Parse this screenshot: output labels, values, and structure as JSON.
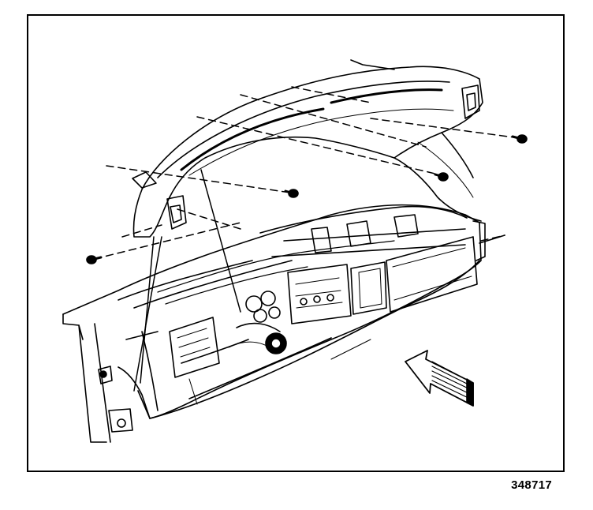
{
  "figure": {
    "id_number": "348717",
    "subject": "instrument-panel-upper-trim-pad-removal",
    "colors": {
      "ink": "#000000",
      "paper": "#ffffff"
    },
    "fastener_count": 4,
    "arrow_direction": "front-of-vehicle"
  }
}
